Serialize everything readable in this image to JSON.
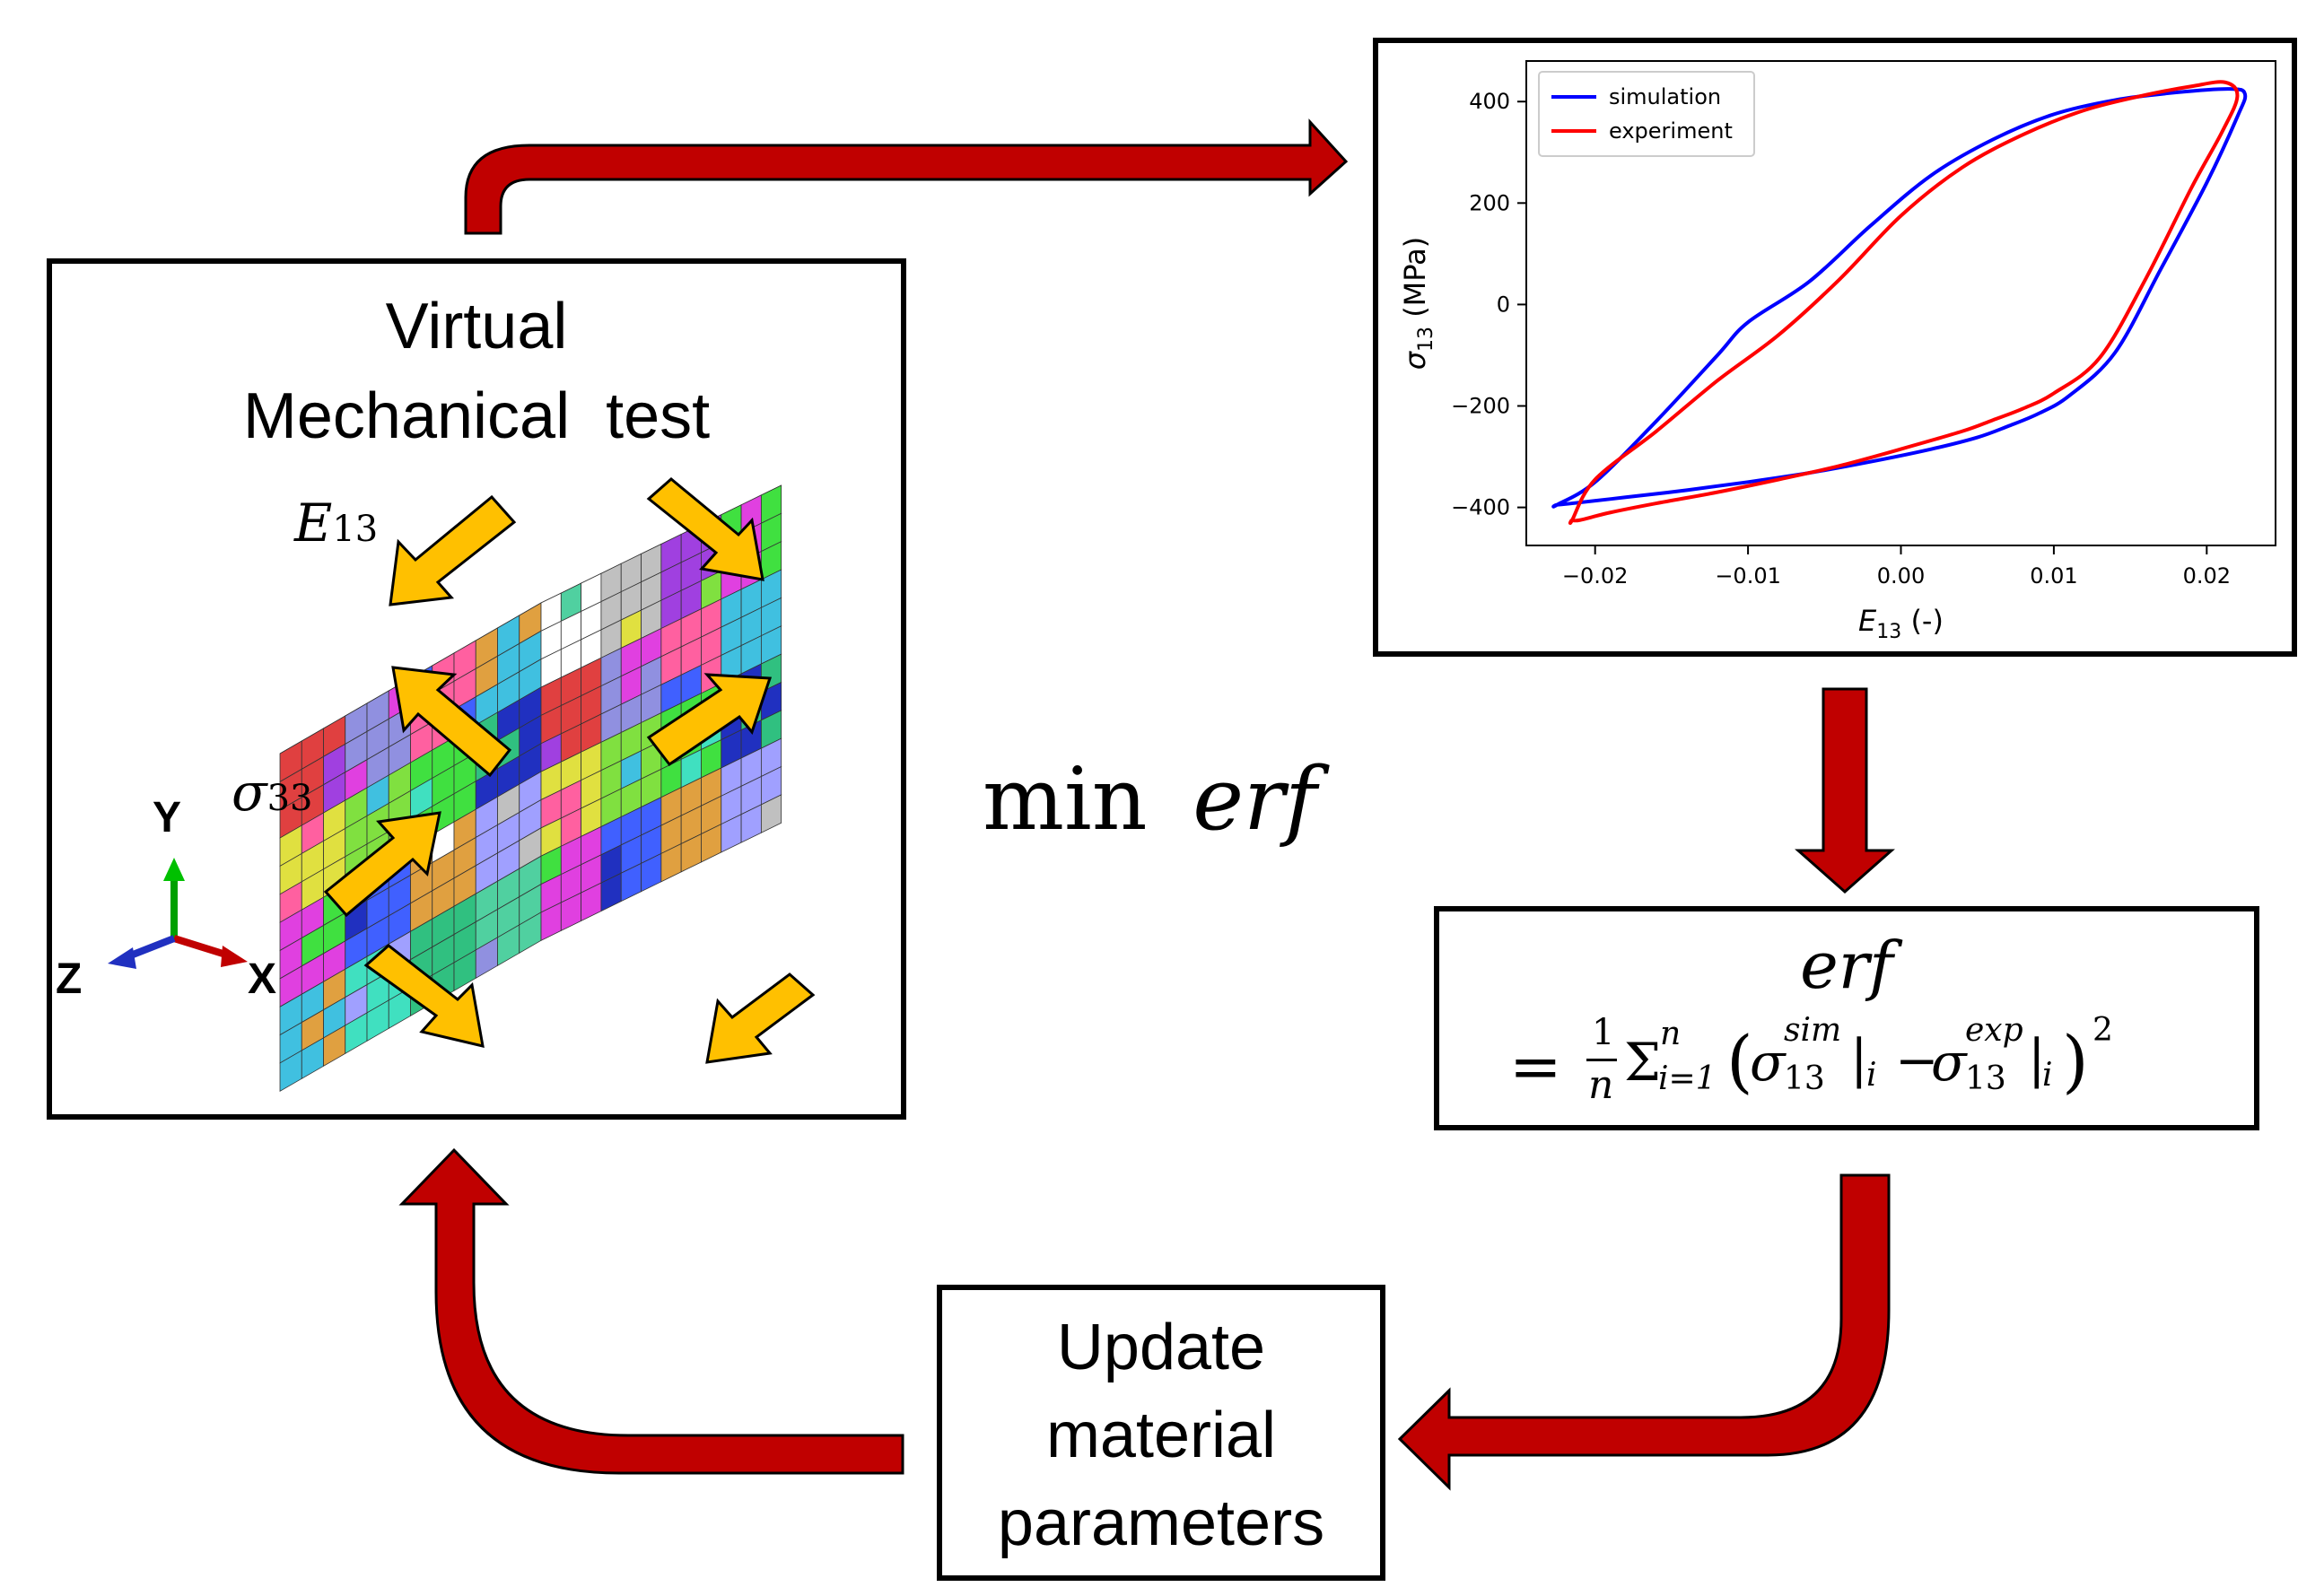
{
  "virtual_test": {
    "title_line1": "Virtual",
    "title_line2": "Mechanical  test",
    "label_e13": "E",
    "label_e13_sub": "13",
    "label_s33": "σ",
    "label_s33_sub": "33",
    "axis_y": "Y",
    "axis_z": "Z",
    "axis_x": "X"
  },
  "center": {
    "min_text": "min",
    "erf_text": "erf"
  },
  "erf_box": {
    "line1": "erf",
    "eq": "=",
    "frac_num": "1",
    "frac_den": "n",
    "sum": "Σ",
    "sum_sub": "i=1",
    "sum_sup": "n",
    "open": "(",
    "sigma": "σ",
    "sim_sup": "sim",
    "sim_sub": "13",
    "bar_i": "|",
    "i": "i",
    "minus": "−",
    "exp_sup": "exp",
    "exp_sub": "13",
    "close": ")",
    "square": "2"
  },
  "update_box": {
    "line1": "Update",
    "line2": "material",
    "line3": "parameters"
  },
  "colors": {
    "arrow_red": "#c00000",
    "simulation": "#0000ff",
    "experiment": "#ff0000",
    "force_arrow": "#ffc000"
  },
  "chart_data": {
    "type": "line",
    "xlabel": "E",
    "xlabel_sub": "13",
    "xlabel_unit": " (-)",
    "ylabel": "σ",
    "ylabel_sub": "13",
    "ylabel_unit": " (MPa)",
    "xlim": [
      -0.0245,
      0.0245
    ],
    "ylim": [
      -475,
      480
    ],
    "x_ticks": [
      -0.02,
      -0.01,
      0.0,
      0.01,
      0.02
    ],
    "x_tick_labels": [
      "−0.02",
      "−0.01",
      "0.00",
      "0.01",
      "0.02"
    ],
    "y_ticks": [
      -400,
      -200,
      0,
      200,
      400
    ],
    "y_tick_labels": [
      "−400",
      "−200",
      "0",
      "200",
      "400"
    ],
    "legend_position": "top-left",
    "series": [
      {
        "name": "simulation",
        "x": [
          -0.0225,
          -0.02,
          -0.016,
          -0.012,
          -0.01,
          -0.006,
          -0.002,
          0.002,
          0.006,
          0.01,
          0.014,
          0.018,
          0.0215,
          0.0225,
          0.022,
          0.02,
          0.017,
          0.014,
          0.011,
          0.009,
          0.007,
          0.005,
          0.002,
          -0.002,
          -0.006,
          -0.01,
          -0.014,
          -0.018,
          -0.0215,
          -0.0225
        ],
        "y": [
          -395,
          -350,
          -230,
          -100,
          -35,
          45,
          155,
          255,
          325,
          375,
          403,
          418,
          425,
          415,
          370,
          240,
          70,
          -95,
          -180,
          -215,
          -240,
          -262,
          -285,
          -310,
          -332,
          -350,
          -366,
          -380,
          -392,
          -395
        ]
      },
      {
        "name": "experiment",
        "x": [
          -0.0215,
          -0.02,
          -0.016,
          -0.012,
          -0.008,
          -0.004,
          0.0,
          0.004,
          0.008,
          0.012,
          0.016,
          0.019,
          0.0212,
          0.022,
          0.021,
          0.019,
          0.016,
          0.013,
          0.01,
          0.008,
          0.006,
          0.004,
          0.0,
          -0.004,
          -0.008,
          -0.012,
          -0.016,
          -0.019,
          -0.021,
          -0.0215
        ],
        "y": [
          -425,
          -345,
          -250,
          -150,
          -60,
          50,
          175,
          270,
          335,
          383,
          413,
          430,
          438,
          410,
          340,
          230,
          50,
          -105,
          -175,
          -205,
          -228,
          -250,
          -285,
          -318,
          -345,
          -370,
          -392,
          -410,
          -425,
          -425
        ]
      }
    ]
  }
}
